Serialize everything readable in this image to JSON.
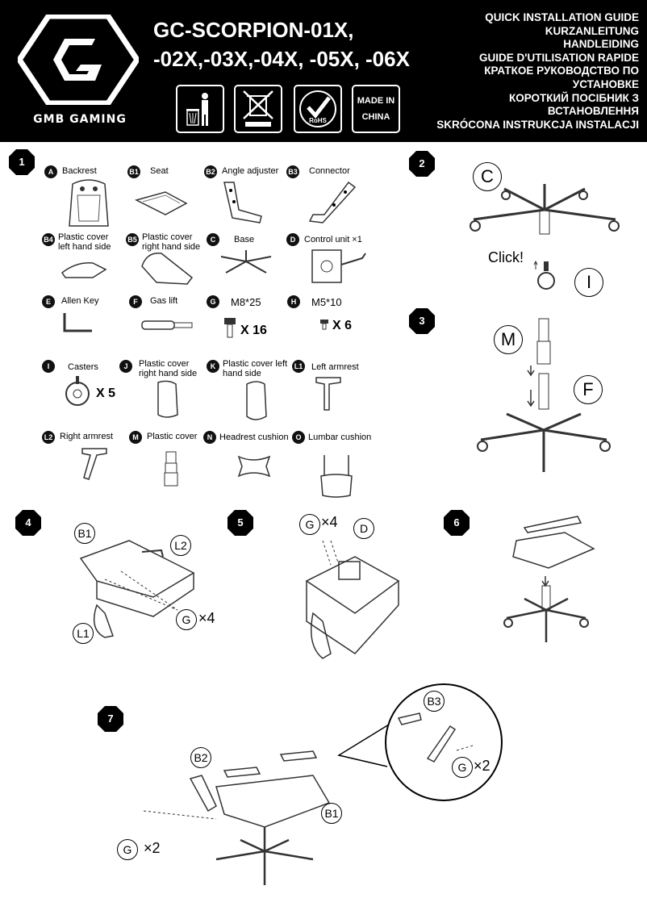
{
  "header": {
    "brand": "GMB GAMING",
    "model_line1": "GC-SCORPION-01X,",
    "model_line2": "-02X,-03X,-04X, -05X, -06X",
    "badges": [
      {
        "name": "weee-person-bin-icon"
      },
      {
        "name": "crossed-bin-icon"
      },
      {
        "name": "rohs-icon",
        "text": "RoHS"
      },
      {
        "name": "made-in-china",
        "line1": "MADE IN",
        "line2": "CHINA"
      }
    ],
    "titles": [
      "QUICK INSTALLATION GUIDE",
      "KURZANLEITUNG",
      "HANDLEIDING",
      "GUIDE D'UTILISATION RAPIDE",
      "КРАТКОЕ РУКОВОДСТВО ПО",
      "УСТАНОВКЕ",
      "КОРОТКИЙ ПОСІБНИК З",
      "ВСТАНОВЛЕННЯ",
      "SKRÓCONA INSTRUKCJA INSTALACJI"
    ]
  },
  "steps": [
    "1",
    "2",
    "3",
    "4",
    "5",
    "6",
    "7"
  ],
  "parts": [
    {
      "id": "A",
      "label": "Backrest"
    },
    {
      "id": "B1",
      "label": "Seat"
    },
    {
      "id": "B2",
      "label": "Angle adjuster"
    },
    {
      "id": "B3",
      "label": "Connector"
    },
    {
      "id": "B4",
      "label": "Plastic cover\nleft hand side"
    },
    {
      "id": "B5",
      "label": "Plastic cover\nright hand side"
    },
    {
      "id": "C",
      "label": "Base"
    },
    {
      "id": "D",
      "label": "Control unit ×1"
    },
    {
      "id": "E",
      "label": "Allen Key"
    },
    {
      "id": "F",
      "label": "Gas lift"
    },
    {
      "id": "G",
      "label": "M8*25",
      "qty": "X 16"
    },
    {
      "id": "H",
      "label": "M5*10",
      "qty": "X 6"
    },
    {
      "id": "I",
      "label": "Casters",
      "qty": "X 5"
    },
    {
      "id": "J",
      "label": "Plastic cover\nright hand side"
    },
    {
      "id": "K",
      "label": "Plastic cover left\nhand side"
    },
    {
      "id": "L1",
      "label": "Left armrest"
    },
    {
      "id": "L2",
      "label": "Right armrest"
    },
    {
      "id": "M",
      "label": "Plastic cover"
    },
    {
      "id": "N",
      "label": "Headrest cushion"
    },
    {
      "id": "O",
      "label": "Lumbar cushion"
    }
  ],
  "step2": {
    "callout_base": "C",
    "click_text": "Click!",
    "callout_caster": "I"
  },
  "step3": {
    "callout_cover": "M",
    "callout_gaslift": "F"
  },
  "step4": {
    "callout_seat": "B1",
    "callout_right_arm": "L2",
    "callout_left_arm": "L1",
    "screw_label": "G",
    "screw_qty": "×4"
  },
  "step5": {
    "screw_label": "G",
    "screw_qty": "×4",
    "callout_control": "D"
  },
  "step7": {
    "callout_adjuster": "B2",
    "callout_seat": "B1",
    "callout_connector": "B3",
    "screw_label_left": "G",
    "screw_qty_left": "×2",
    "screw_label_right": "G",
    "screw_qty_right": "×2"
  }
}
